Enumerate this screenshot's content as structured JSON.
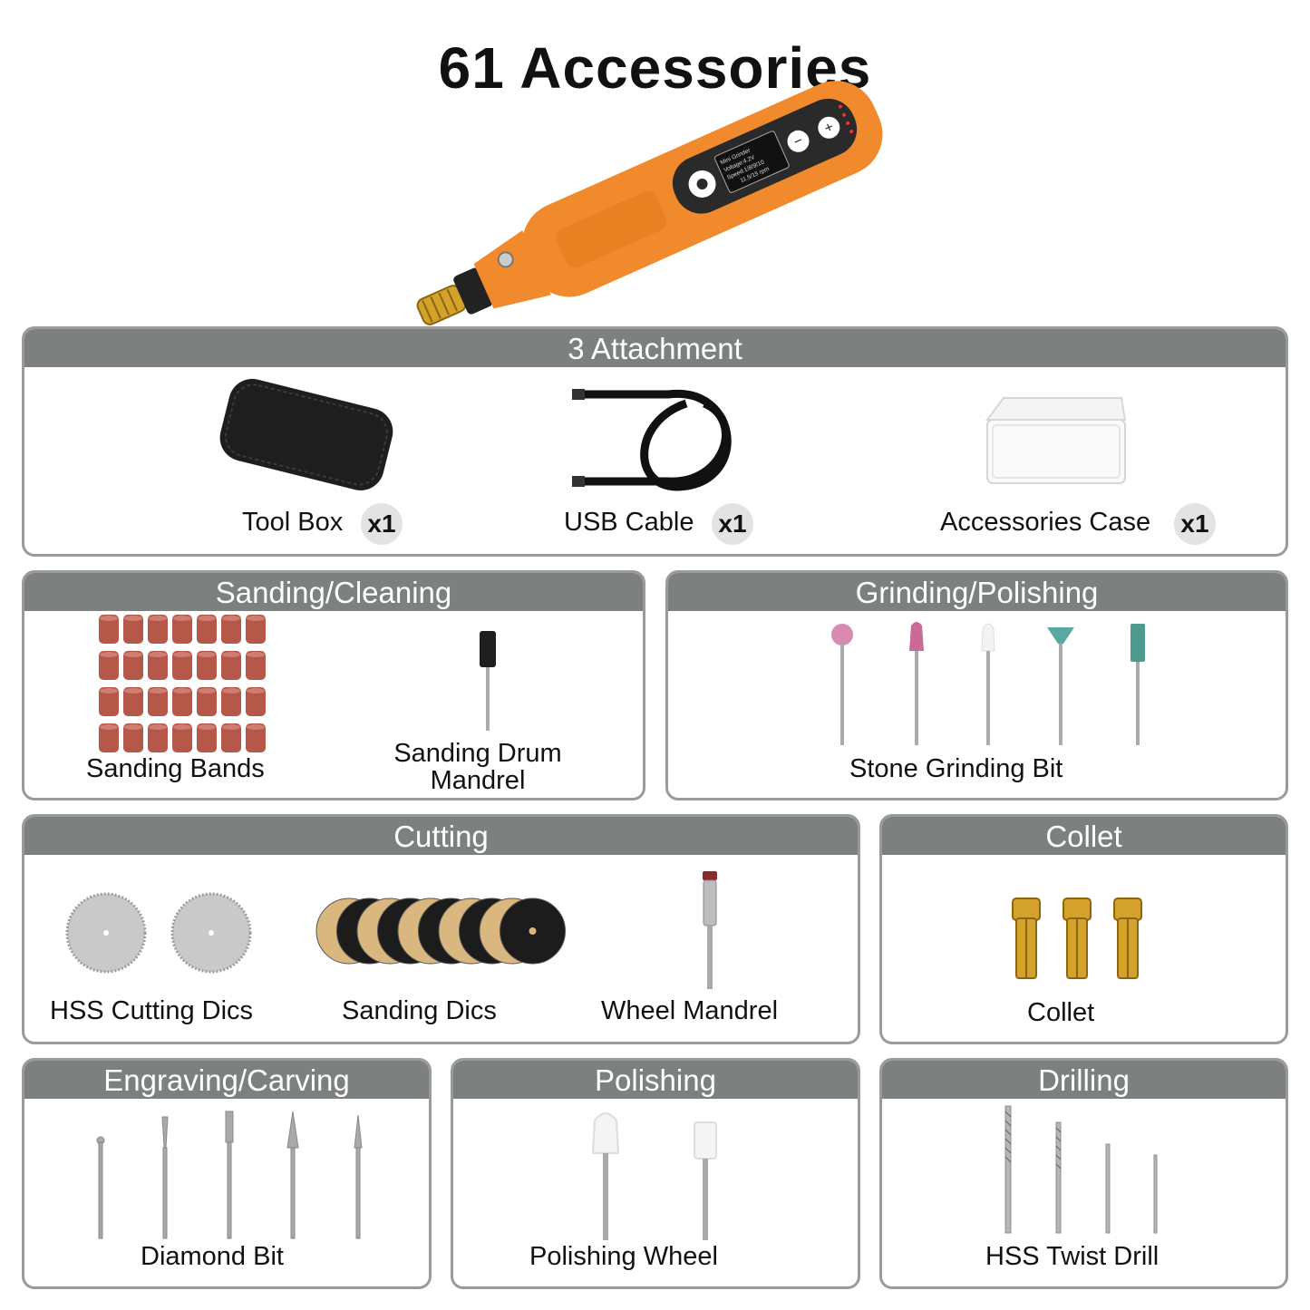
{
  "title": "61 Accessories",
  "device_display": {
    "line1": "Mini Grinder",
    "line2": "Voltage:4.2V",
    "line3": "Speed:1/8/9/10",
    "line4": "11.5/15 rpm",
    "minus": "−",
    "plus": "+"
  },
  "attachment": {
    "title": "3 Attachment",
    "items": [
      {
        "label": "Tool Box",
        "qty": "x1"
      },
      {
        "label": "USB Cable",
        "qty": "x1"
      },
      {
        "label": "Accessories Case",
        "qty": "x1"
      }
    ]
  },
  "sanding": {
    "title": "Sanding/Cleaning",
    "bands_label": "Sanding Bands",
    "mandrel_label_line1": "Sanding Drum",
    "mandrel_label_line2": "Mandrel"
  },
  "grinding": {
    "title": "Grinding/Polishing",
    "label": "Stone Grinding Bit"
  },
  "cutting": {
    "title": "Cutting",
    "items": [
      "HSS Cutting Dics",
      "Sanding Dics",
      "Wheel Mandrel"
    ]
  },
  "collet": {
    "title": "Collet",
    "label": "Collet"
  },
  "engraving": {
    "title": "Engraving/Carving",
    "label": "Diamond Bit"
  },
  "polishing": {
    "title": "Polishing",
    "label": "Polishing Wheel"
  },
  "drilling": {
    "title": "Drilling",
    "label": "HSS Twist Drill"
  },
  "colors": {
    "header": "#7c8180",
    "border": "#9a9a9a",
    "tool_orange": "#f08a2c",
    "band_red": "#b5584a",
    "brass": "#d4a22a"
  }
}
